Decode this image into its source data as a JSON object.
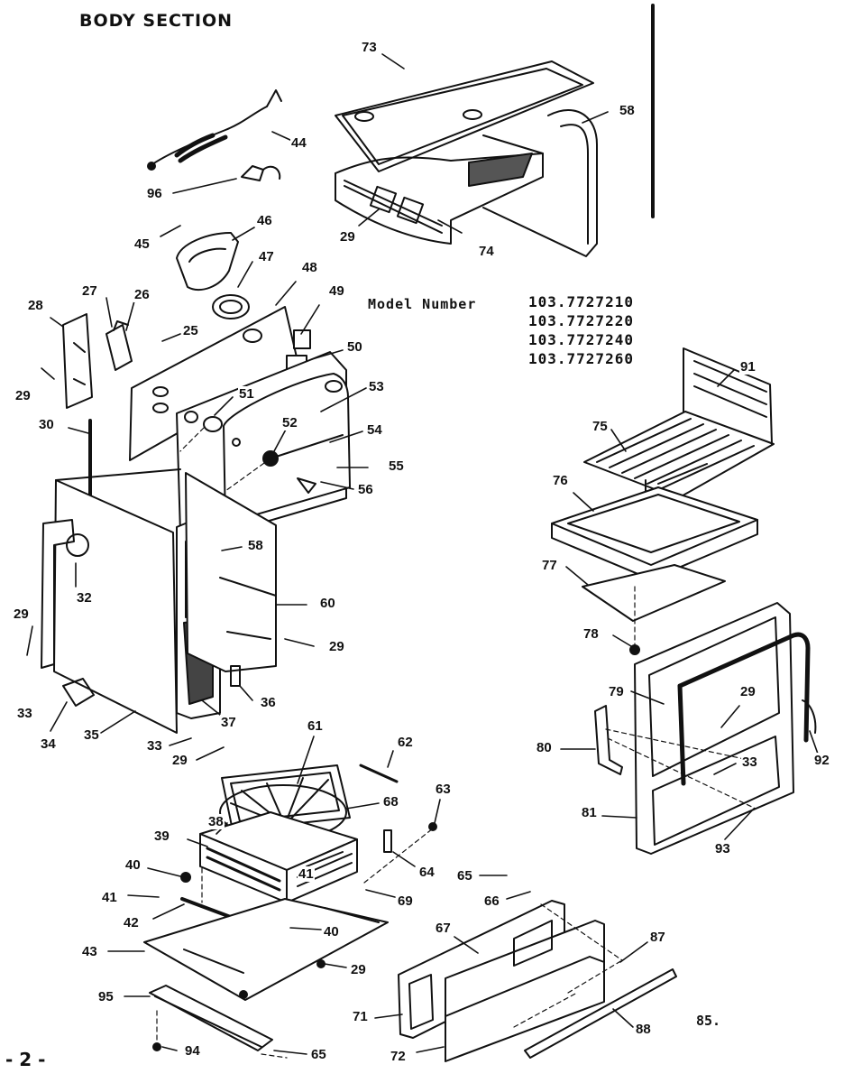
{
  "title": "BODY SECTION",
  "model_label": "Model Number",
  "model_numbers": [
    "103.7727210",
    "103.7727220",
    "103.7727240",
    "103.7727260"
  ],
  "page_number": "- 2 -",
  "corner_code": "85.",
  "callouts": [
    {
      "id": "c73",
      "text": "73"
    },
    {
      "id": "c58a",
      "text": "58"
    },
    {
      "id": "c44",
      "text": "44"
    },
    {
      "id": "c96",
      "text": "96"
    },
    {
      "id": "c45",
      "text": "45"
    },
    {
      "id": "c46",
      "text": "46"
    },
    {
      "id": "c29a",
      "text": "29"
    },
    {
      "id": "c74",
      "text": "74"
    },
    {
      "id": "c47",
      "text": "47"
    },
    {
      "id": "c48",
      "text": "48"
    },
    {
      "id": "c49",
      "text": "49"
    },
    {
      "id": "c28",
      "text": "28"
    },
    {
      "id": "c27",
      "text": "27"
    },
    {
      "id": "c26",
      "text": "26"
    },
    {
      "id": "c25",
      "text": "25"
    },
    {
      "id": "c50",
      "text": "50"
    },
    {
      "id": "c29b",
      "text": "29"
    },
    {
      "id": "c51",
      "text": "51"
    },
    {
      "id": "c53",
      "text": "53"
    },
    {
      "id": "c30",
      "text": "30"
    },
    {
      "id": "c52",
      "text": "52"
    },
    {
      "id": "c54",
      "text": "54"
    },
    {
      "id": "c55",
      "text": "55"
    },
    {
      "id": "c56",
      "text": "56"
    },
    {
      "id": "c58b",
      "text": "58"
    },
    {
      "id": "c32",
      "text": "32"
    },
    {
      "id": "c60",
      "text": "60"
    },
    {
      "id": "c29c",
      "text": "29"
    },
    {
      "id": "c29d",
      "text": "29"
    },
    {
      "id": "c33a",
      "text": "33"
    },
    {
      "id": "c36",
      "text": "36"
    },
    {
      "id": "c37",
      "text": "37"
    },
    {
      "id": "c34",
      "text": "34"
    },
    {
      "id": "c35",
      "text": "35"
    },
    {
      "id": "c33b",
      "text": "33"
    },
    {
      "id": "c29e",
      "text": "29"
    },
    {
      "id": "c61",
      "text": "61"
    },
    {
      "id": "c62",
      "text": "62"
    },
    {
      "id": "c68",
      "text": "68"
    },
    {
      "id": "c63",
      "text": "63"
    },
    {
      "id": "c38",
      "text": "38"
    },
    {
      "id": "c39",
      "text": "39"
    },
    {
      "id": "c40a",
      "text": "40"
    },
    {
      "id": "c41a",
      "text": "41"
    },
    {
      "id": "c64",
      "text": "64"
    },
    {
      "id": "c41b",
      "text": "41"
    },
    {
      "id": "c69",
      "text": "69"
    },
    {
      "id": "c42",
      "text": "42"
    },
    {
      "id": "c40b",
      "text": "40"
    },
    {
      "id": "c43",
      "text": "43"
    },
    {
      "id": "c29f",
      "text": "29"
    },
    {
      "id": "c95",
      "text": "95"
    },
    {
      "id": "c94",
      "text": "94"
    },
    {
      "id": "c65a",
      "text": "65"
    },
    {
      "id": "c65b",
      "text": "65"
    },
    {
      "id": "c66",
      "text": "66"
    },
    {
      "id": "c67",
      "text": "67"
    },
    {
      "id": "c87",
      "text": "87"
    },
    {
      "id": "c71",
      "text": "71"
    },
    {
      "id": "c72",
      "text": "72"
    },
    {
      "id": "c88",
      "text": "88"
    },
    {
      "id": "c91",
      "text": "91"
    },
    {
      "id": "c75",
      "text": "75"
    },
    {
      "id": "c76",
      "text": "76"
    },
    {
      "id": "c77",
      "text": "77"
    },
    {
      "id": "c78",
      "text": "78"
    },
    {
      "id": "c79",
      "text": "79"
    },
    {
      "id": "c29g",
      "text": "29"
    },
    {
      "id": "c92",
      "text": "92"
    },
    {
      "id": "c80",
      "text": "80"
    },
    {
      "id": "c33c",
      "text": "33"
    },
    {
      "id": "c81",
      "text": "81"
    },
    {
      "id": "c93",
      "text": "93"
    }
  ]
}
